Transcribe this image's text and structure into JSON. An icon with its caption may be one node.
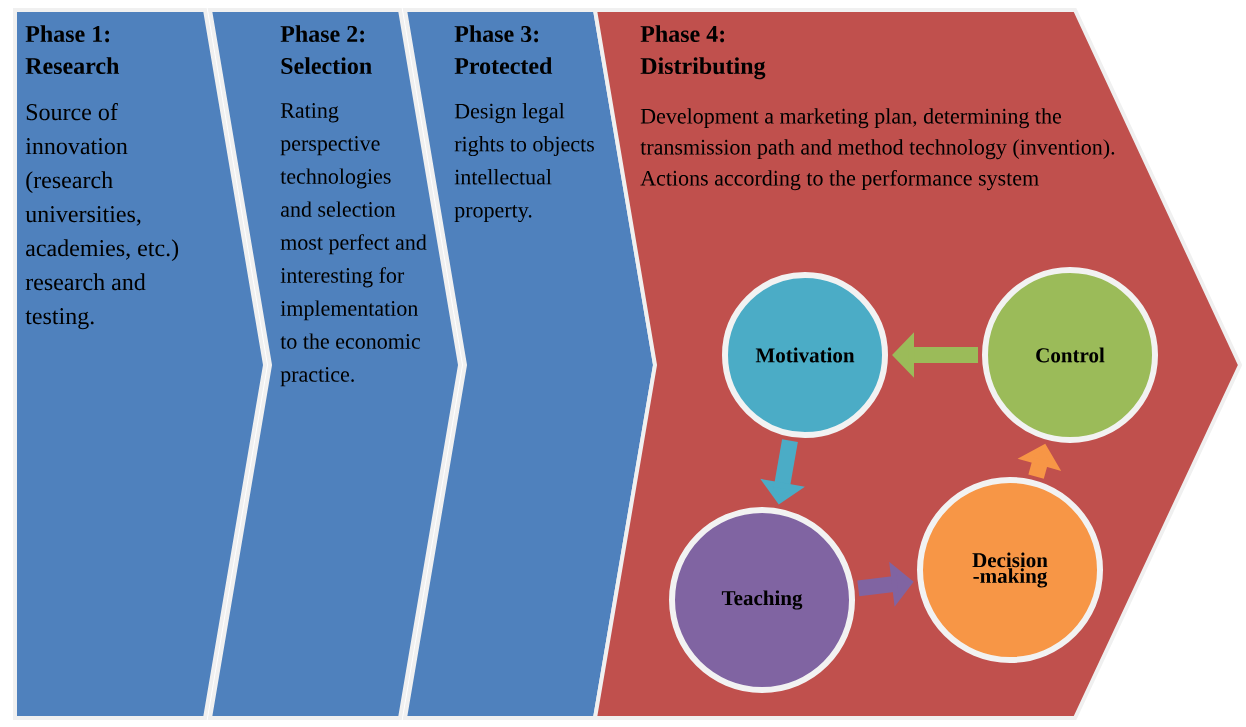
{
  "diagram": {
    "nodes": [
      {
        "text": [
          "Phase 1: Research",
          "Source of innovation (research universities, academies, etc.) research and testing."
        ]
      },
      {
        "text": [
          "Phase 2: Selection",
          "Rating perspective technologies and selection most perfect and interesting for implementation to the economic practice."
        ]
      },
      {
        "text": [
          "Phase 3: Protected",
          "Design legal rights to objects intellectual property."
        ]
      },
      {
        "text": [
          "Phase 4: Distributing",
          "Development a marketing plan, determining the transmission path and method technology (invention).",
          "Actions according to the performance system"
        ]
      },
      {
        "text": [
          "Motivation"
        ],
        "in": 3
      },
      {
        "text": [
          "Control"
        ],
        "in": 3
      },
      {
        "text": [
          "Teaching"
        ],
        "in": 3
      },
      {
        "text": [
          "Decision -making"
        ],
        "in": 3
      }
    ],
    "edges": [
      {
        "from": 5,
        "to": 4,
        "arrow": "to",
        "color": "#9bbb59"
      },
      {
        "from": 4,
        "to": 6,
        "arrow": "to",
        "color": "#4bacc6"
      },
      {
        "from": 6,
        "to": 7,
        "arrow": "to",
        "color": "#8064a2"
      },
      {
        "from": 7,
        "to": 5,
        "arrow": "to",
        "color": "#f79646"
      }
    ]
  }
}
